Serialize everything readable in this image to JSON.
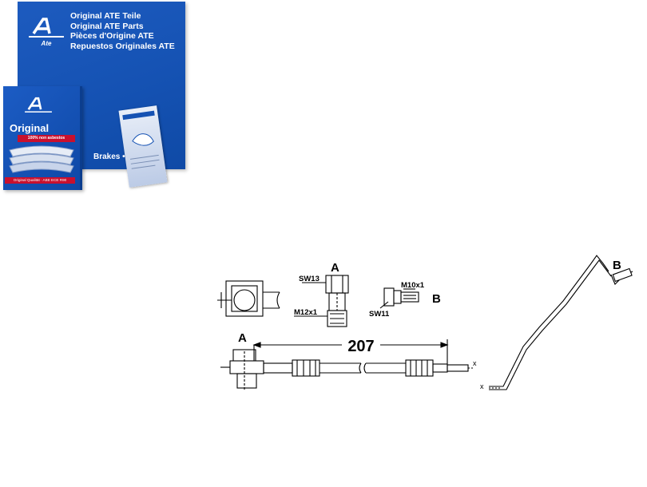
{
  "package": {
    "box_lines": [
      "Original ATE Teile",
      "Original ATE Parts",
      "Pièces d'Origine ATE",
      "Repuestos Originales ATE"
    ],
    "logo_text": "Ate",
    "strip_text": "Brakes • Frei",
    "small_box_title": "Original",
    "small_box_badge": "100% non asbestos",
    "small_box_footer": "Original Qualität · ABE ECE R90"
  },
  "drawing": {
    "label_A_top": "A",
    "label_A_bottom": "A",
    "label_B_fitting": "B",
    "label_B_route": "B",
    "sw13": "SW13",
    "m12x1": "M12x1",
    "m10x1": "M10x1",
    "sw11": "SW11",
    "length": "207",
    "x_right": "x",
    "x_left": "x"
  },
  "colors": {
    "ate_blue": "#1552b3",
    "ate_red": "#c8102e"
  }
}
